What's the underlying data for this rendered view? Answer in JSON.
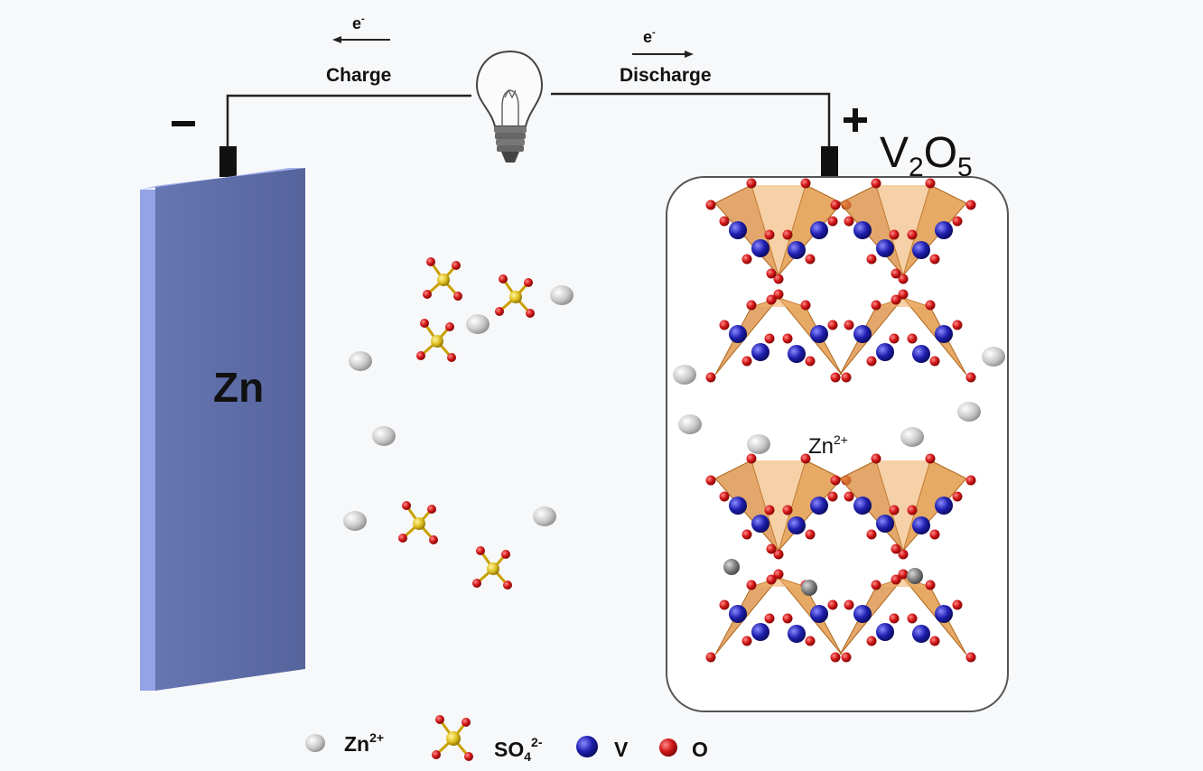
{
  "labels": {
    "electron": "e",
    "electron_sup": "-",
    "charge": "Charge",
    "discharge": "Discharge",
    "minus": "−",
    "plus": "+",
    "anode": "Zn",
    "cathode_V": "V",
    "cathode_sub1": "2",
    "cathode_O": "O",
    "cathode_sub2": "5",
    "interlayer_ion": "Zn",
    "interlayer_ion_sup": "2+"
  },
  "legend": {
    "zn_ion": "Zn",
    "zn_ion_sup": "2+",
    "sulfate": "SO",
    "sulfate_sub": "4",
    "sulfate_sup": "2-",
    "vanadium": "V",
    "oxygen": "O"
  },
  "colors": {
    "zn_plate": "#5a6aa4",
    "zn_edge": "#8f9fdc",
    "octahedron": "#d98a3a",
    "vanadium": "#1f1fb0",
    "oxygen": "#d01515",
    "sulfur": "#e0c020",
    "zn_ion": "#c8c8c8",
    "wire": "#222222"
  },
  "icons": {
    "bulb": "light-bulb-icon"
  }
}
